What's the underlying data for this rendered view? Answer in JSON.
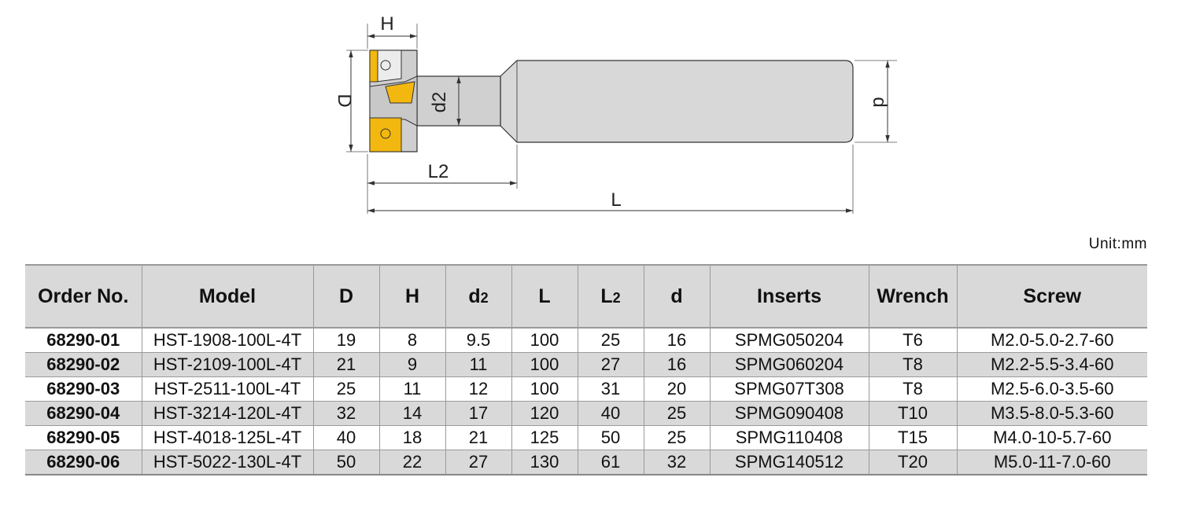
{
  "diagram": {
    "labels": {
      "H": "H",
      "D": "D",
      "d2": "d2",
      "d": "d",
      "L2": "L2",
      "L": "L"
    },
    "colors": {
      "insert": "#f3b80f",
      "body": "#d8d8d8",
      "outline": "#333333"
    }
  },
  "unit": "Unit:mm",
  "table": {
    "headers": [
      {
        "main": "Order No.",
        "sub": ""
      },
      {
        "main": "Model",
        "sub": ""
      },
      {
        "main": "D",
        "sub": ""
      },
      {
        "main": "H",
        "sub": ""
      },
      {
        "main": "d",
        "sub": "2"
      },
      {
        "main": "L",
        "sub": ""
      },
      {
        "main": "L",
        "sub": "2"
      },
      {
        "main": "d",
        "sub": ""
      },
      {
        "main": "Inserts",
        "sub": ""
      },
      {
        "main": "Wrench",
        "sub": ""
      },
      {
        "main": "Screw",
        "sub": ""
      }
    ],
    "rows": [
      [
        "68290-01",
        "HST-1908-100L-4T",
        "19",
        "8",
        "9.5",
        "100",
        "25",
        "16",
        "SPMG050204",
        "T6",
        "M2.0-5.0-2.7-60"
      ],
      [
        "68290-02",
        "HST-2109-100L-4T",
        "21",
        "9",
        "11",
        "100",
        "27",
        "16",
        "SPMG060204",
        "T8",
        "M2.2-5.5-3.4-60"
      ],
      [
        "68290-03",
        "HST-2511-100L-4T",
        "25",
        "11",
        "12",
        "100",
        "31",
        "20",
        "SPMG07T308",
        "T8",
        "M2.5-6.0-3.5-60"
      ],
      [
        "68290-04",
        "HST-3214-120L-4T",
        "32",
        "14",
        "17",
        "120",
        "40",
        "25",
        "SPMG090408",
        "T10",
        "M3.5-8.0-5.3-60"
      ],
      [
        "68290-05",
        "HST-4018-125L-4T",
        "40",
        "18",
        "21",
        "125",
        "50",
        "25",
        "SPMG110408",
        "T15",
        "M4.0-10-5.7-60"
      ],
      [
        "68290-06",
        "HST-5022-130L-4T",
        "50",
        "22",
        "27",
        "130",
        "61",
        "32",
        "SPMG140512",
        "T20",
        "M5.0-11-7.0-60"
      ]
    ]
  }
}
